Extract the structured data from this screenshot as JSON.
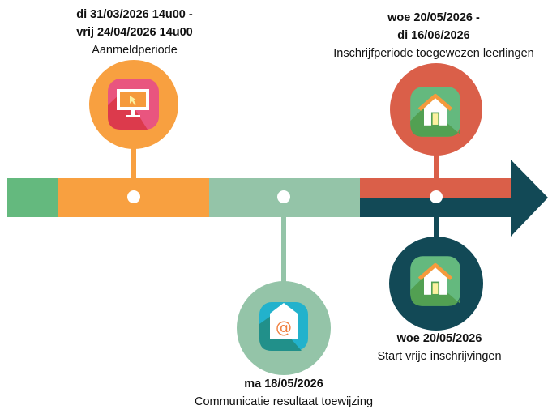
{
  "events": [
    {
      "date_line1": "di 31/03/2026 14u00 -",
      "date_line2": "vrij 24/04/2026 14u00",
      "title": "Aanmeldperiode",
      "icon": "computer-monitor-icon",
      "color": "#F8A040"
    },
    {
      "date_line1": "ma 18/05/2026",
      "title": "Communicatie resultaat toewijzing",
      "icon": "email-at-icon",
      "color": "#94C4A8"
    },
    {
      "date_line1": "woe 20/05/2026 -",
      "date_line2": "di 16/06/2026",
      "title": "Inschrijfperiode toegewezen leerlingen",
      "icon": "house-icon",
      "color": "#DA5F49"
    },
    {
      "date_line1": "woe 20/05/2026",
      "title": "Start vrije inschrijvingen",
      "icon": "house-icon",
      "color": "#124956"
    }
  ],
  "colors": {
    "green": "#64B97E",
    "orange": "#F8A040",
    "mint": "#94C4A8",
    "red": "#DA5F49",
    "teal": "#124956"
  }
}
